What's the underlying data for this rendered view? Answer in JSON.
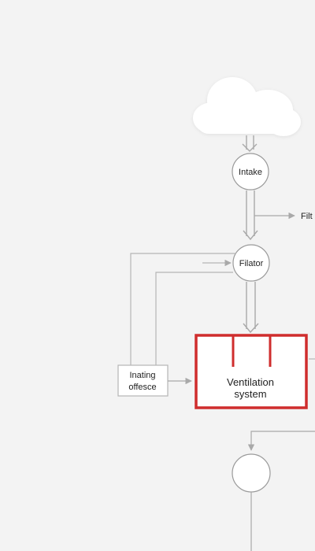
{
  "diagram": {
    "nodes": {
      "cloud": {
        "label": ""
      },
      "intake": {
        "label": "Intake"
      },
      "filter_edge": {
        "label": "Filt"
      },
      "filator": {
        "label": "Filator"
      },
      "inating": {
        "line1": "Inating",
        "line2": "offesce"
      },
      "ventilation": {
        "line1": "Ventilation",
        "line2": "system"
      },
      "bottom_circle": {
        "label": ""
      }
    }
  },
  "colors": {
    "background": "#f3f3f3",
    "line": "#a9a9a9",
    "node_stroke": "#9a9a9a",
    "accent": "#cf2d2d",
    "text": "#222222"
  }
}
